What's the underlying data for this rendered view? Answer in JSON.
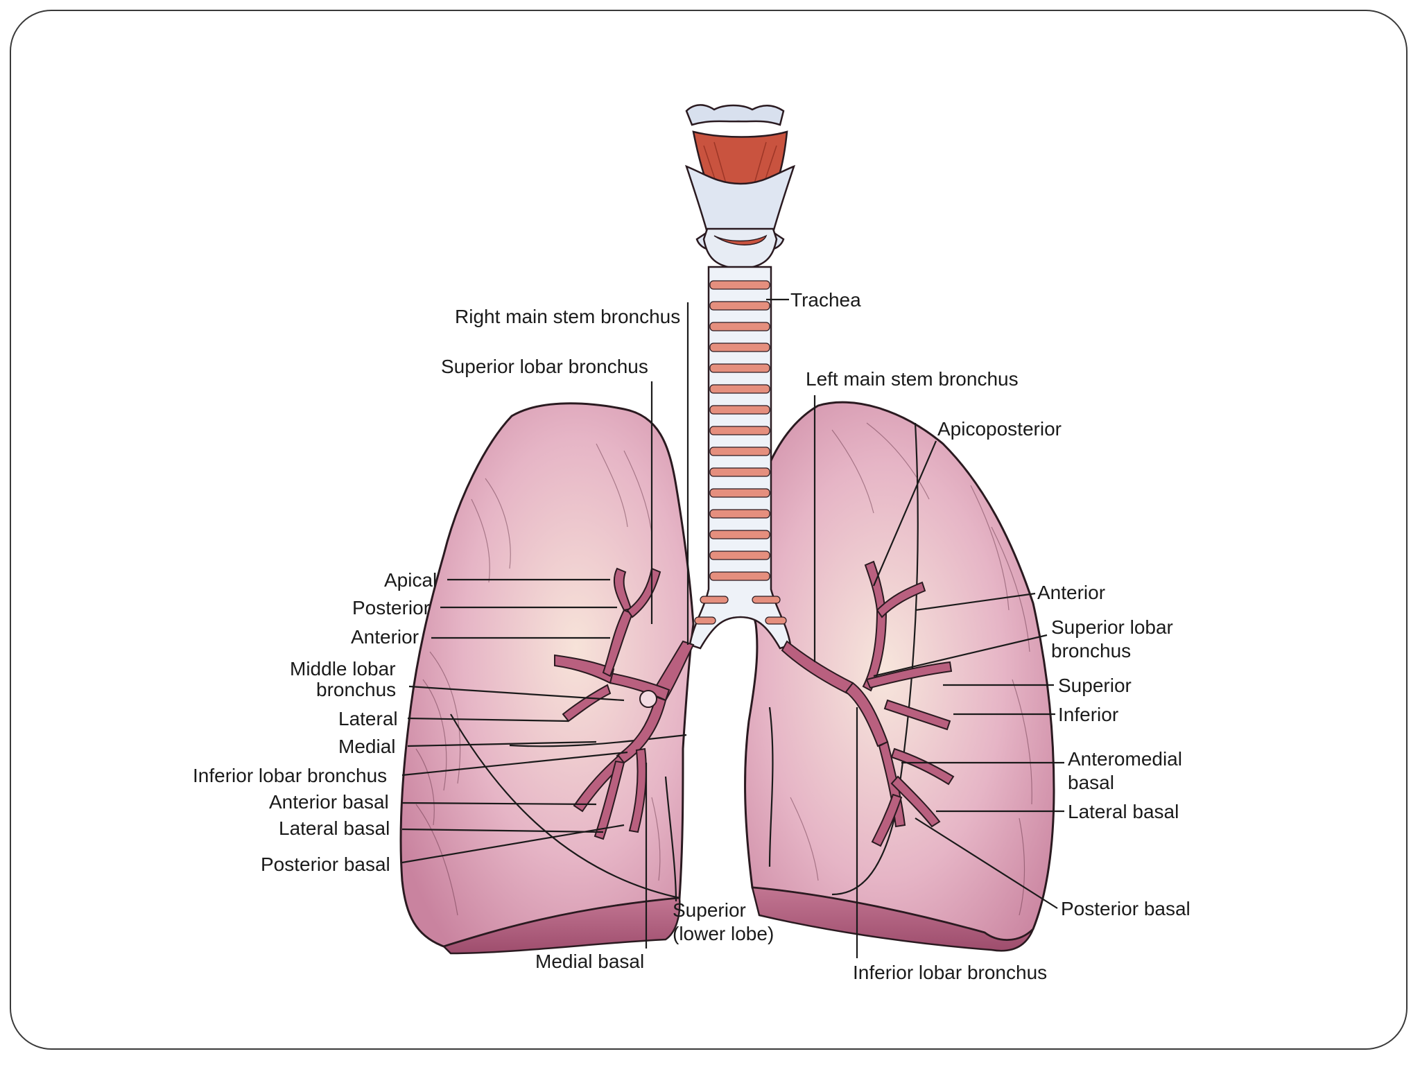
{
  "labels": {
    "trachea": "Trachea",
    "right_main_stem_bronchus": "Right main stem bronchus",
    "superior_lobar_bronchus_right": "Superior lobar bronchus",
    "left_main_stem_bronchus": "Left main stem bronchus",
    "apicoposterior": "Apicoposterior",
    "apical": "Apical",
    "posterior": "Posterior",
    "anterior_right": "Anterior",
    "middle_lobar_bronchus_line1": "Middle lobar",
    "middle_lobar_bronchus_line2": "bronchus",
    "lateral": "Lateral",
    "medial": "Medial",
    "inferior_lobar_bronchus_right": "Inferior lobar bronchus",
    "anterior_basal_right": "Anterior basal",
    "lateral_basal_right": "Lateral basal",
    "posterior_basal_right": "Posterior basal",
    "medial_basal": "Medial basal",
    "superior_lower_lobe_line1": "Superior",
    "superior_lower_lobe_line2": "(lower lobe)",
    "anterior_left": "Anterior",
    "superior_lobar_bronchus_left_line1": "Superior lobar",
    "superior_lobar_bronchus_left_line2": "bronchus",
    "superior_left": "Superior",
    "inferior_left": "Inferior",
    "anteromedial_basal_line1": "Anteromedial",
    "anteromedial_basal_line2": "basal",
    "lateral_basal_left": "Lateral basal",
    "posterior_basal_left": "Posterior basal",
    "inferior_lobar_bronchus_left": "Inferior lobar bronchus"
  },
  "colors": {
    "lung_fill": "#d9a3b9",
    "lung_light": "#f3dbe2",
    "lung_outline": "#2a1a20",
    "bronchus_fill": "#b9607f",
    "trachea_ring": "#eef2f8",
    "trachea_band": "#e58f7e",
    "larynx": "#d8e0ee",
    "muscle": "#c9533f"
  }
}
